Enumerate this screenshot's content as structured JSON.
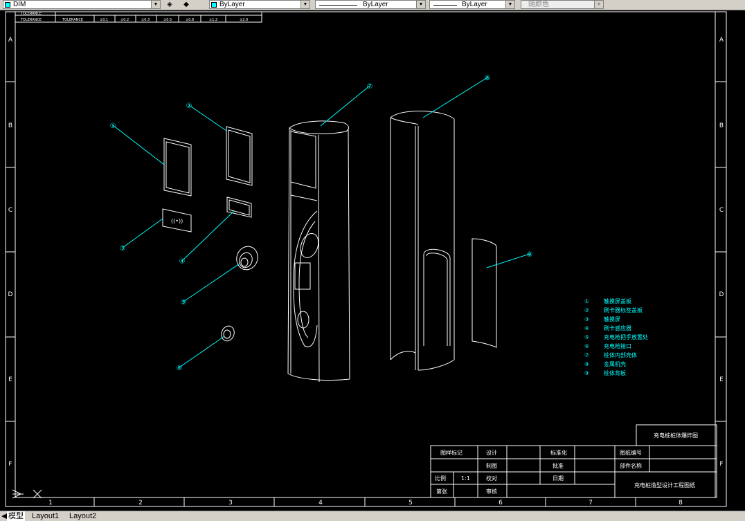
{
  "toolbar": {
    "layer_value": "DIM",
    "color_value": "ByLayer",
    "linetype_value": "ByLayer",
    "lineweight_value": "ByLayer",
    "plotstyle_value": "随颜色"
  },
  "drawing": {
    "tolerance_labels": [
      "TOLERANCE",
      "TOLERANCE",
      "±0.1",
      "±0.2",
      "±0.3",
      "±0.5",
      "±0.8",
      "±1.2",
      "±2.0"
    ],
    "border_columns": [
      "1",
      "2",
      "3",
      "4",
      "5",
      "6",
      "7",
      "8"
    ],
    "border_rows": [
      "A",
      "B",
      "C",
      "D",
      "E",
      "F"
    ],
    "legend": [
      {
        "num": "①",
        "text": "触摸屏盖板"
      },
      {
        "num": "②",
        "text": "刷卡器标签盖板"
      },
      {
        "num": "③",
        "text": "触摸屏"
      },
      {
        "num": "④",
        "text": "刷卡感应器"
      },
      {
        "num": "⑤",
        "text": "充电枪把手放置处"
      },
      {
        "num": "⑥",
        "text": "充电枪接口"
      },
      {
        "num": "⑦",
        "text": "桩体内部壳体"
      },
      {
        "num": "⑧",
        "text": "金属机壳"
      },
      {
        "num": "⑨",
        "text": "桩体背板"
      }
    ],
    "callouts": [
      "①",
      "②",
      "③",
      "④",
      "⑤",
      "⑥",
      "⑦",
      "⑧",
      "⑨"
    ],
    "title_block": {
      "drawing_name": "充电桩桩体爆炸图",
      "company": "充电桩造型设计工程图纸",
      "mark_label": "图样标记",
      "design_label": "设计",
      "draw_label": "制图",
      "check_label": "校对",
      "review_label": "审核",
      "std_label": "标准化",
      "approve_label": "批准",
      "date_label": "日期",
      "drawing_no_label": "图纸编号",
      "part_name_label": "部件名称",
      "scale_label": "比例",
      "scale_value": "1:1",
      "sheet_label": "第张"
    }
  },
  "tabs": {
    "model": "模型",
    "layout1": "Layout1",
    "layout2": "Layout2"
  }
}
